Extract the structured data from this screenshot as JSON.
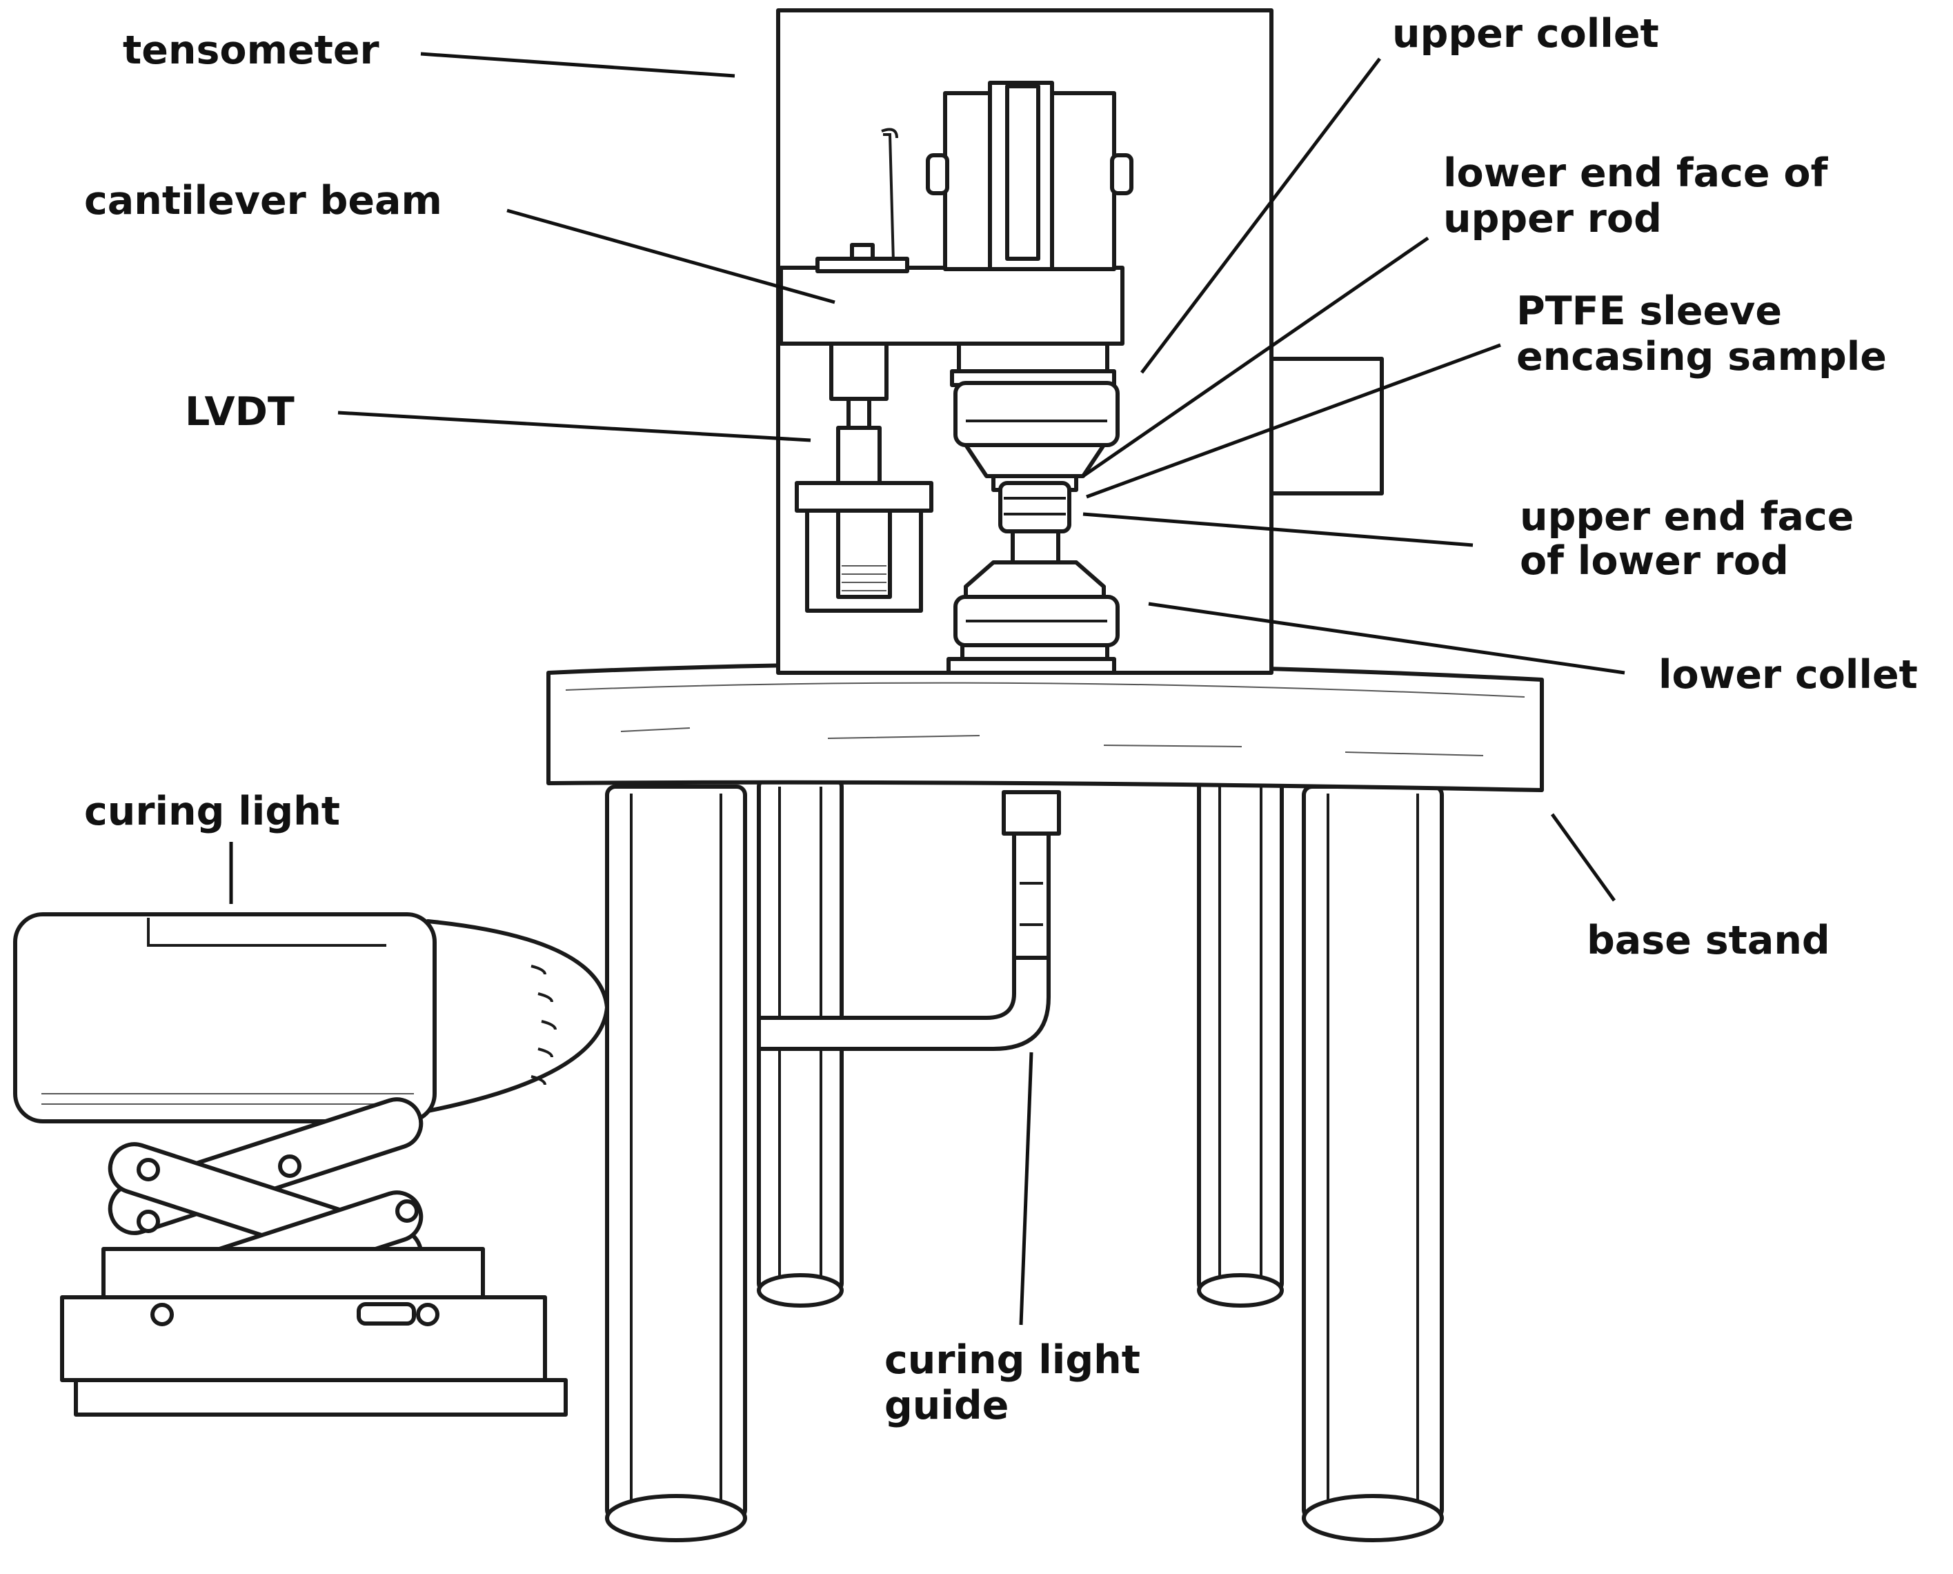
{
  "colors": {
    "ink": "#111111",
    "background": "#ffffff"
  },
  "labels": {
    "tensometer": "tensometer",
    "upper_collet": "upper collet",
    "cantilever_beam": "cantilever beam",
    "lower_end_face_line1": "lower end face of",
    "lower_end_face_line2": "upper rod",
    "ptfe_line1": "PTFE sleeve",
    "ptfe_line2": "encasing sample",
    "lvdt": "LVDT",
    "upper_end_face_line1": "upper end face",
    "upper_end_face_line2": "of lower rod",
    "lower_collet": "lower collet",
    "curing_light": "curing light",
    "base_stand": "base stand",
    "curing_guide_line1": "curing light",
    "curing_guide_line2": "guide"
  }
}
